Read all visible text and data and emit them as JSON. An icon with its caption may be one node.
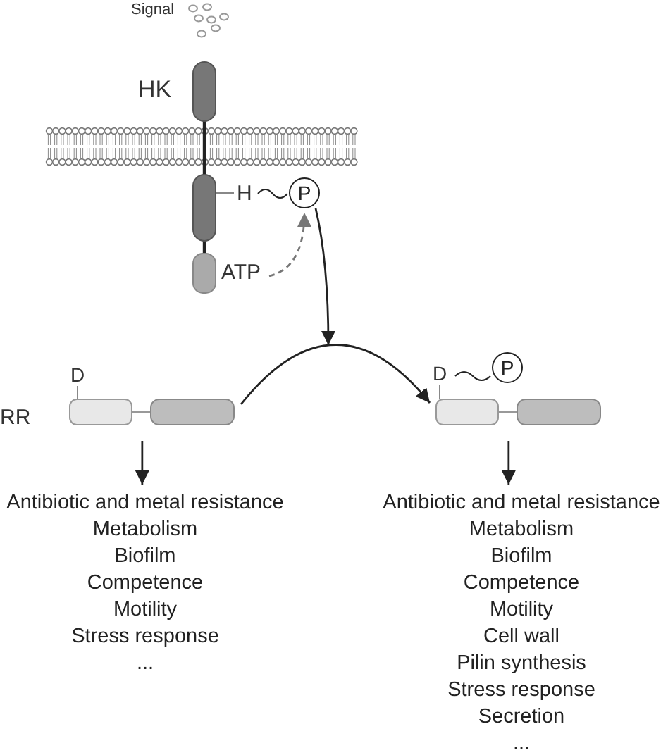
{
  "diagram": {
    "nodes": [
      {
        "text": [
          "H"
        ]
      },
      {
        "text": [
          "P"
        ]
      },
      {
        "text": [
          "ATP"
        ]
      },
      {
        "text": [
          "D"
        ]
      },
      {
        "text": [
          "D"
        ]
      },
      {
        "text": [
          "P"
        ]
      },
      {
        "text": [],
        "shape": "bar"
      },
      {
        "text": [],
        "shape": "bar"
      },
      {
        "text": [
          "Antibiotic and metal resistance",
          "Metabolism",
          "Biofilm",
          "Competence",
          "Motility",
          "Stress response",
          "..."
        ]
      },
      {
        "text": [
          "Antibiotic and metal resistance",
          "Metabolism",
          "Biofilm",
          "Competence",
          "Motility",
          "Cell wall",
          "Pilin synthesis",
          "Stress response",
          "Secretion",
          "..."
        ]
      }
    ],
    "edges": [
      {
        "from": 1,
        "to": null,
        "arrow": "to"
      },
      {
        "from": 2,
        "to": 1,
        "arrow": "to",
        "style": "dashed",
        "color": "#777777"
      },
      {
        "from": 6,
        "to": 7,
        "arrow": "to"
      },
      {
        "from": 6,
        "to": 8,
        "arrow": "to"
      },
      {
        "from": 7,
        "to": 9,
        "arrow": "to"
      },
      {
        "from": 0,
        "to": 1,
        "arrow": "none"
      },
      {
        "from": 3,
        "to": 6,
        "arrow": "none",
        "color": "#888888"
      },
      {
        "from": 4,
        "to": 7,
        "arrow": "none",
        "color": "#888888"
      },
      {
        "from": 4,
        "to": 5,
        "arrow": "none"
      }
    ],
    "labels": [
      "Signal",
      "HK",
      "RR"
    ]
  }
}
